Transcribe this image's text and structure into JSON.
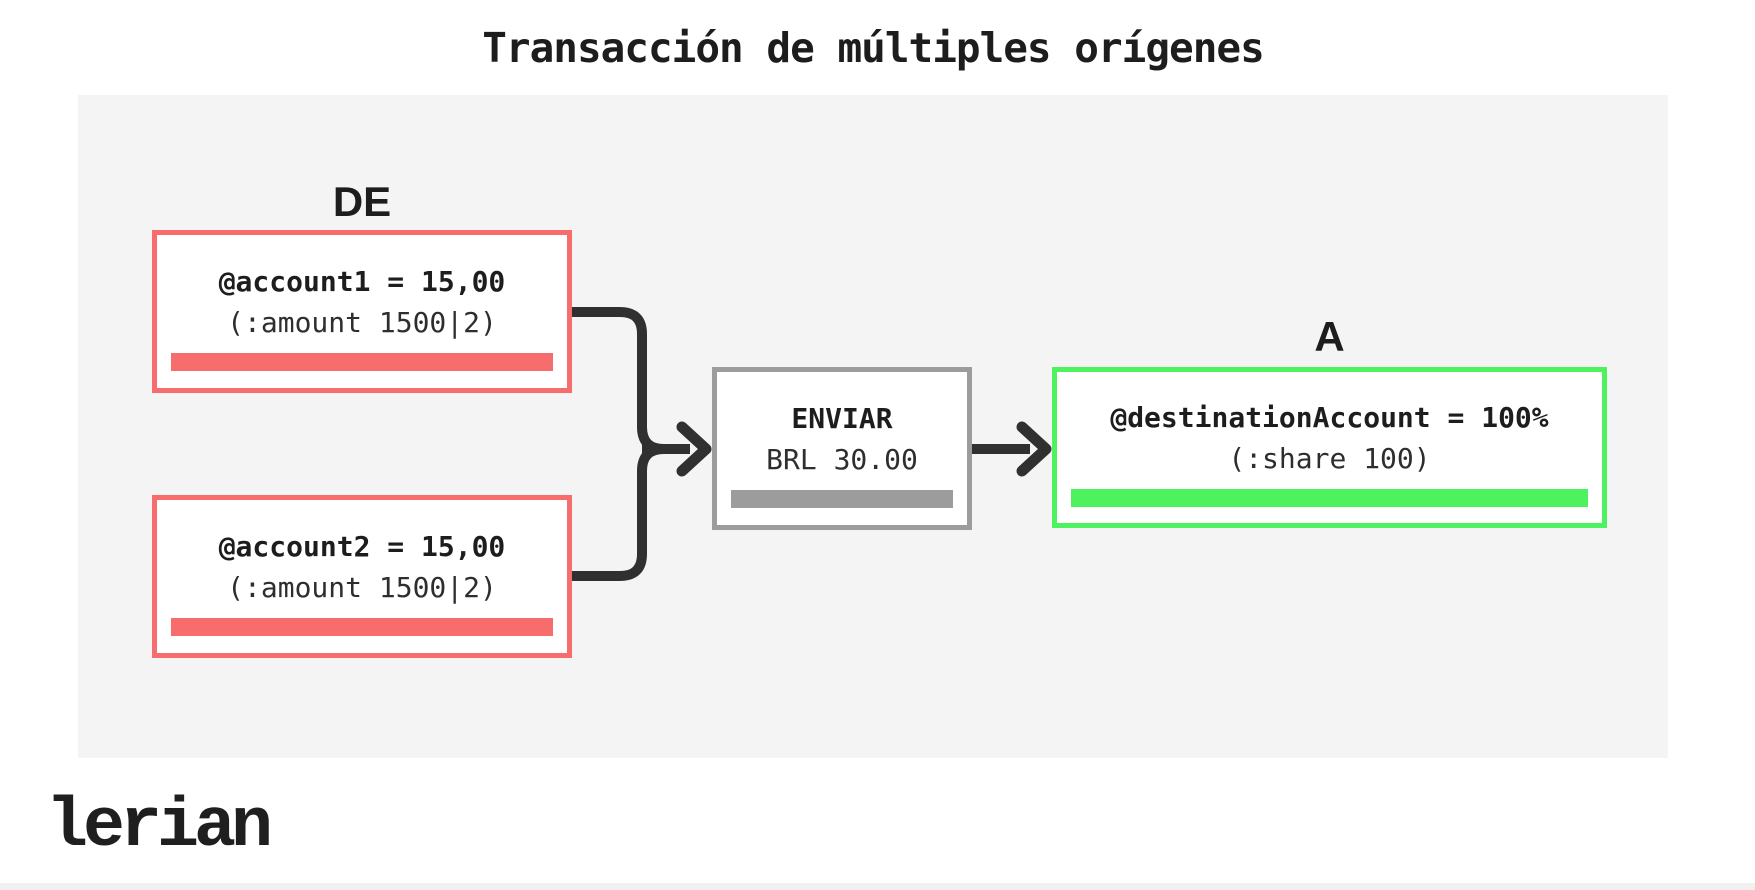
{
  "title": "Transacción de múltiples orígenes",
  "diagram": {
    "from_group": {
      "label": "DE",
      "nodes": [
        {
          "name": "@account1 = 15,00",
          "detail": "(:amount 1500|2)"
        },
        {
          "name": "@account2 = 15,00",
          "detail": "(:amount 1500|2)"
        }
      ]
    },
    "send_node": {
      "name": "ENVIAR",
      "detail": "BRL 30.00"
    },
    "to_group": {
      "label": "A",
      "node": {
        "name": "@destinationAccount = 100%",
        "detail": "(:share 100)"
      }
    }
  },
  "colors": {
    "source_accent": "#f76c6c",
    "transfer_accent": "#9c9c9c",
    "destination_accent": "#4ef25f",
    "arrow": "#303030",
    "panel_bg": "#f4f4f4"
  },
  "footer": {
    "logo_text": "lerian"
  }
}
